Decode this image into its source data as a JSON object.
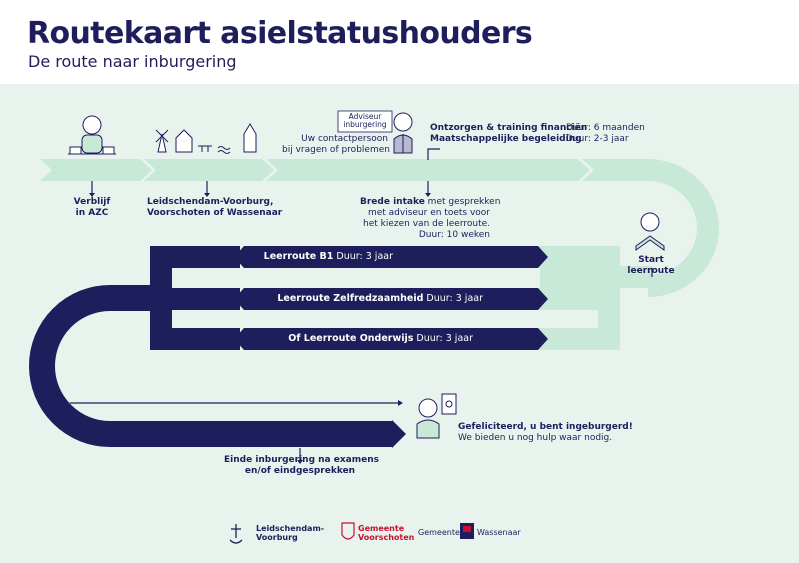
{
  "header": {
    "title": "Routekaart asielstatushouders",
    "subtitle": "De route naar inburgering"
  },
  "steps": {
    "azc": {
      "line1": "Verblijf",
      "line2": "in AZC"
    },
    "municipality": {
      "line1": "Leidschendam-Voorburg,",
      "line2": "Voorschoten of Wassenaar"
    },
    "advisor_badge": {
      "line1": "Adviseur",
      "line2": "inburgering"
    },
    "contact": {
      "line1": "Uw contactpersoon",
      "line2": "bij vragen of problemen"
    },
    "training": {
      "name1": "Ontzorgen & training financiën",
      "duration1": "Duur: 6 maanden",
      "name2": "Maatschappelijke begeleiding",
      "duration2": "Duur: 2-3 jaar"
    },
    "intake": {
      "bold": "Brede intake",
      "line1_rest": " met gesprekken",
      "line2": "met adviseur en toets voor",
      "line3": "het kiezen van de leerroute.",
      "line4": "Duur: 10 weken"
    },
    "start": {
      "line1": "Start",
      "line2": "leerroute"
    },
    "end": {
      "line1": "Einde inburgering na examens",
      "line2": "en/of eindgesprekken"
    },
    "congrats": {
      "line1": "Gefeliciteerd, u bent ingeburgerd!",
      "line2": "We bieden u nog hulp waar nodig."
    }
  },
  "routes": [
    {
      "name": "Leerroute B1",
      "duration": " Duur: 3 jaar"
    },
    {
      "name": "Leerroute Zelfredzaamheid",
      "duration": " Duur: 3 jaar"
    },
    {
      "name": "Of Leerroute Onderwijs",
      "duration": " Duur: 3 jaar"
    }
  ],
  "logos": {
    "lv": {
      "line1": "Leidschendam-",
      "line2": "Voorburg"
    },
    "vs": {
      "line1": "Gemeente",
      "line2": "Voorschoten"
    },
    "wa": {
      "prefix": "Gemeente",
      "name": "Wassenaar"
    }
  },
  "colors": {
    "navy": "#1f1e5c",
    "mint": "#c8e9d8",
    "mint_light": "#e9f3ee",
    "red": "#c8102e"
  }
}
